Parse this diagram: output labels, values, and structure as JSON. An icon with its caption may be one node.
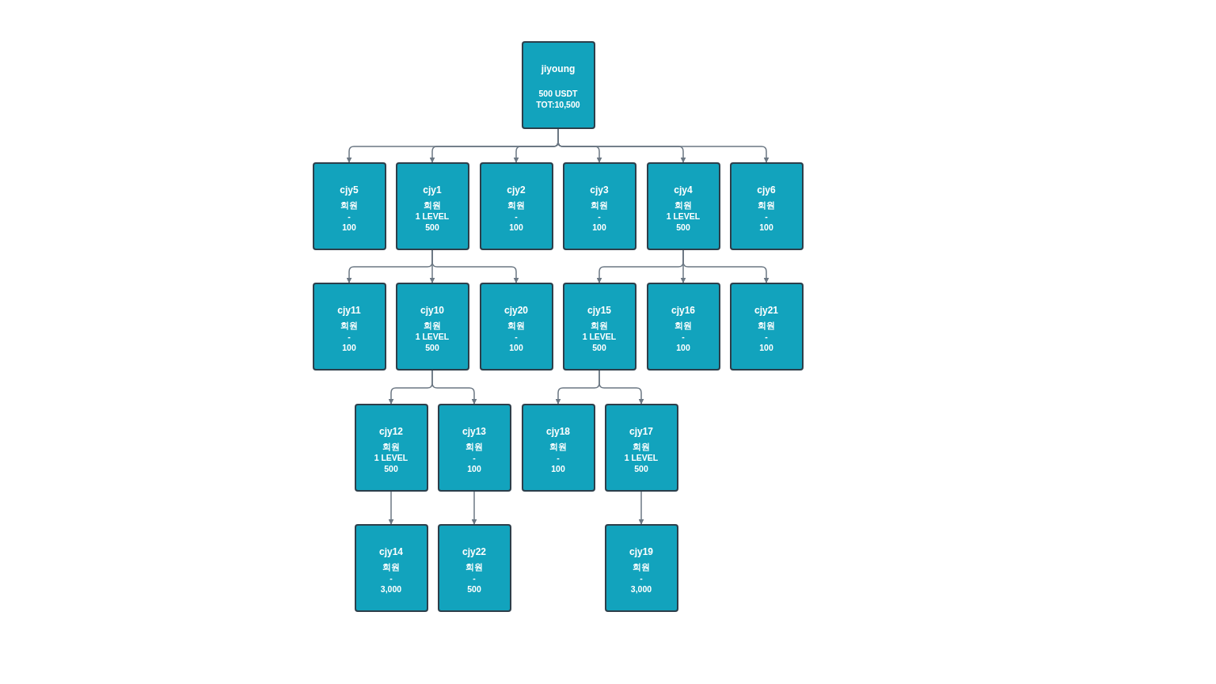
{
  "diagram": {
    "nodes": [
      {
        "text": [
          "jiyoung",
          "500 USDT",
          "TOT:10,500"
        ]
      },
      {
        "text": [
          "cjy5",
          "회원",
          "-",
          "100"
        ]
      },
      {
        "text": [
          "cjy1",
          "회원",
          "1 LEVEL",
          "500"
        ]
      },
      {
        "text": [
          "cjy2",
          "회원",
          "-",
          "100"
        ]
      },
      {
        "text": [
          "cjy3",
          "회원",
          "-",
          "100"
        ]
      },
      {
        "text": [
          "cjy4",
          "회원",
          "1 LEVEL",
          "500"
        ]
      },
      {
        "text": [
          "cjy6",
          "회원",
          "-",
          "100"
        ]
      },
      {
        "text": [
          "cjy11",
          "회원",
          "-",
          "100"
        ]
      },
      {
        "text": [
          "cjy10",
          "회원",
          "1 LEVEL",
          "500"
        ]
      },
      {
        "text": [
          "cjy20",
          "회원",
          "-",
          "100"
        ]
      },
      {
        "text": [
          "cjy15",
          "회원",
          "1 LEVEL",
          "500"
        ]
      },
      {
        "text": [
          "cjy16",
          "회원",
          "-",
          "100"
        ]
      },
      {
        "text": [
          "cjy21",
          "회원",
          "-",
          "100"
        ]
      },
      {
        "text": [
          "cjy12",
          "회원",
          "1 LEVEL",
          "500"
        ]
      },
      {
        "text": [
          "cjy13",
          "회원",
          "-",
          "100"
        ]
      },
      {
        "text": [
          "cjy18",
          "회원",
          "-",
          "100"
        ]
      },
      {
        "text": [
          "cjy17",
          "회원",
          "1 LEVEL",
          "500"
        ]
      },
      {
        "text": [
          "cjy14",
          "회원",
          "-",
          "3,000"
        ]
      },
      {
        "text": [
          "cjy22",
          "회원",
          "-",
          "500"
        ]
      },
      {
        "text": [
          "cjy19",
          "회원",
          "-",
          "3,000"
        ]
      }
    ],
    "edges": [
      {
        "from": 0,
        "to": 1,
        "arrow": "to"
      },
      {
        "from": 0,
        "to": 2,
        "arrow": "to"
      },
      {
        "from": 0,
        "to": 3,
        "arrow": "to"
      },
      {
        "from": 0,
        "to": 4,
        "arrow": "to"
      },
      {
        "from": 0,
        "to": 5,
        "arrow": "to"
      },
      {
        "from": 0,
        "to": 6,
        "arrow": "to"
      },
      {
        "from": 2,
        "to": 7,
        "arrow": "to"
      },
      {
        "from": 2,
        "to": 8,
        "arrow": "to"
      },
      {
        "from": 2,
        "to": 9,
        "arrow": "to"
      },
      {
        "from": 5,
        "to": 10,
        "arrow": "to"
      },
      {
        "from": 5,
        "to": 11,
        "arrow": "to"
      },
      {
        "from": 5,
        "to": 12,
        "arrow": "to"
      },
      {
        "from": 8,
        "to": 13,
        "arrow": "to"
      },
      {
        "from": 8,
        "to": 14,
        "arrow": "to"
      },
      {
        "from": 10,
        "to": 15,
        "arrow": "to"
      },
      {
        "from": 10,
        "to": 16,
        "arrow": "to"
      },
      {
        "from": 13,
        "to": 17,
        "arrow": "to"
      },
      {
        "from": 14,
        "to": 18,
        "arrow": "to"
      },
      {
        "from": 16,
        "to": 19,
        "arrow": "to"
      }
    ]
  }
}
